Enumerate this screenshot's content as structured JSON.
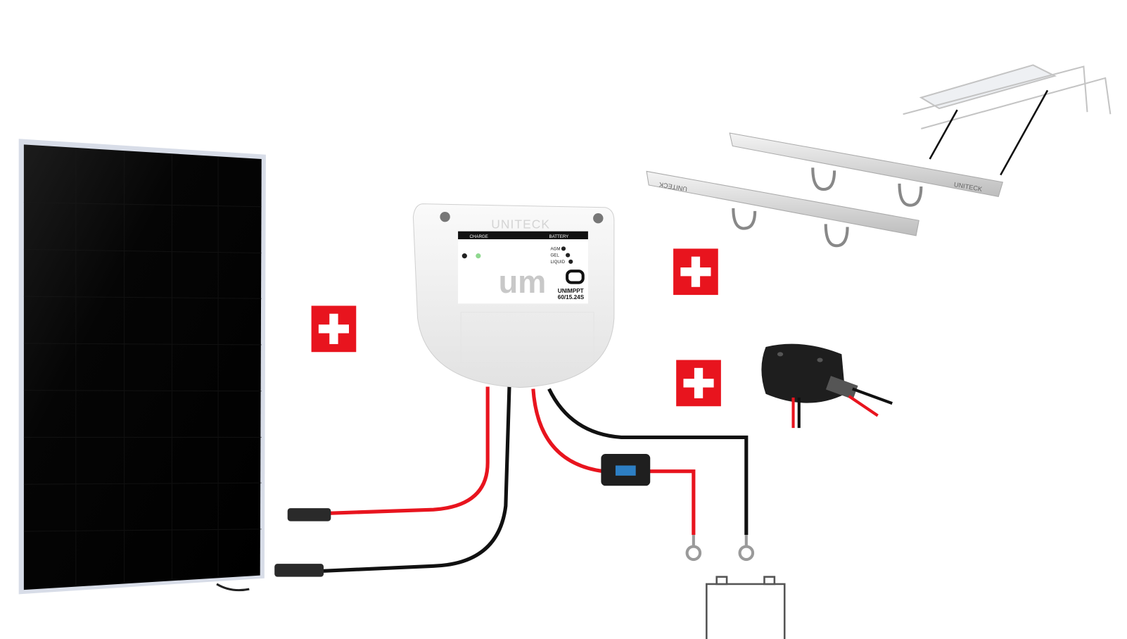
{
  "controller": {
    "brand": "UNITECK",
    "status_header_charge": "CHARGE",
    "status_header_battery": "BATTERY",
    "battery_types": [
      "AGM",
      "GEL",
      "LIQUID"
    ],
    "logo": "um",
    "model_line1": "UNIMPPT",
    "model_line2": "60/15.24S"
  },
  "mount_rails": {
    "brand": "UNITECK"
  },
  "colors": {
    "plus_badge": "#e8141e",
    "red_cable": "#e8141e",
    "black_cable": "#111111",
    "panel": "#050505",
    "charge_led": "#8fd88f"
  },
  "icons": [
    "plus-icon",
    "battery-icon",
    "solar-panel",
    "charge-controller",
    "fuse-holder",
    "cable-gland",
    "mounting-rail"
  ]
}
